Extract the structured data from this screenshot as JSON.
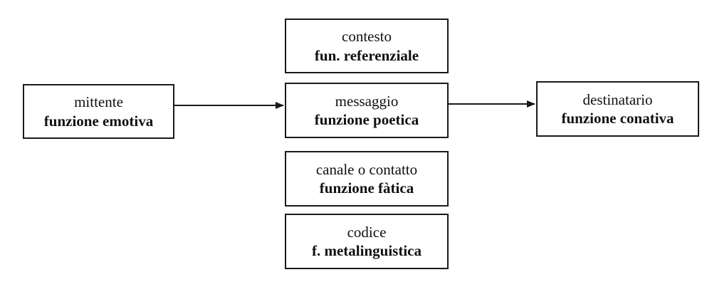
{
  "diagram": {
    "mittente": {
      "role": "mittente",
      "function": "funzione emotiva"
    },
    "contesto": {
      "role": "contesto",
      "function": "fun. referenziale"
    },
    "messaggio": {
      "role": "messaggio",
      "function": "funzione poetica"
    },
    "destinatario": {
      "role": "destinatario",
      "function": "funzione conativa"
    },
    "canale": {
      "role": "canale o contatto",
      "function": "funzione fàtica"
    },
    "codice": {
      "role": "codice",
      "function": "f. metalinguistica"
    }
  },
  "colors": {
    "border": "#1a1a1a",
    "text": "#111111",
    "background": "#ffffff"
  }
}
